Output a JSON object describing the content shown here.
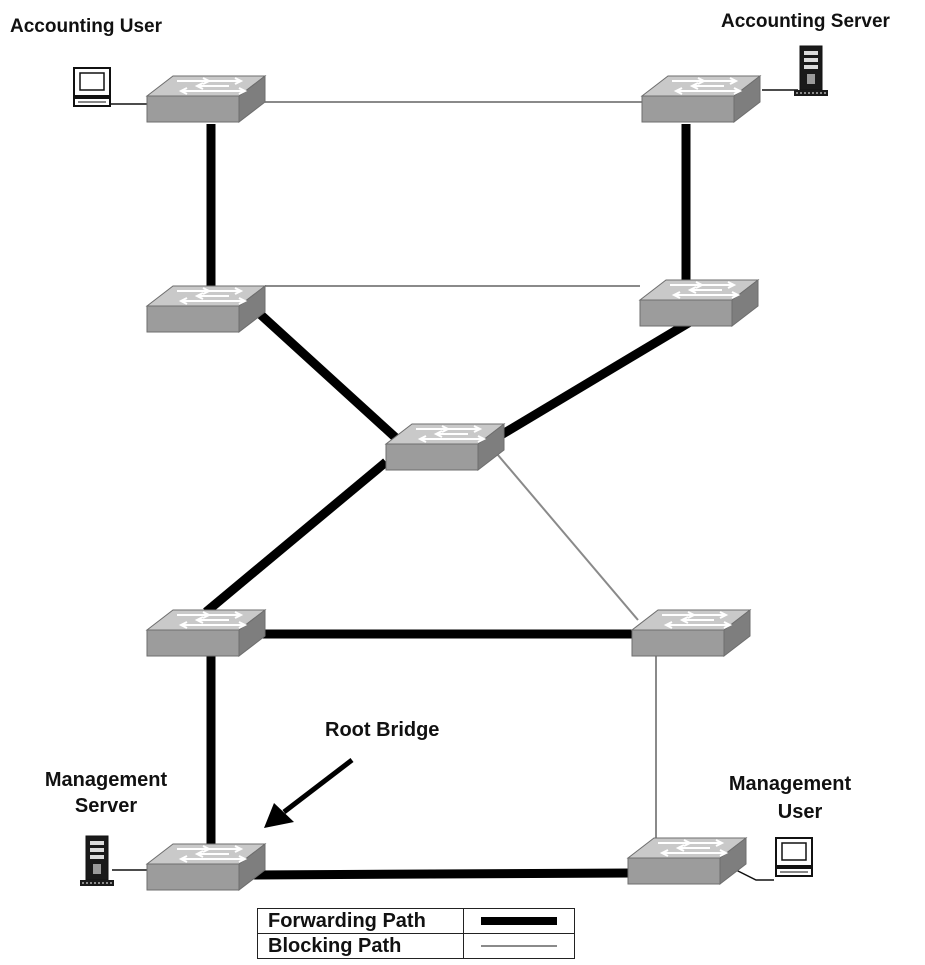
{
  "labels": {
    "accounting_user": "Accounting User",
    "accounting_server": "Accounting Server",
    "management_server_line1": "Management",
    "management_server_line2": "Server",
    "management_user_line1": "Management",
    "management_user_line2": "User",
    "root_bridge": "Root Bridge"
  },
  "legend": {
    "forwarding": "Forwarding Path",
    "blocking": "Blocking Path"
  },
  "colors": {
    "forwarding": "#000000",
    "blocking": "#8a8a8a",
    "switch_top": "#c9c9c9",
    "switch_front": "#9c9c9c",
    "switch_side": "#7e7e7e"
  },
  "links": [
    {
      "from": "switch-accounting-user",
      "to": "switch-accounting-server",
      "type": "blocking"
    },
    {
      "from": "switch-accounting-user",
      "to": "switch-mid-left",
      "type": "forwarding"
    },
    {
      "from": "switch-accounting-server",
      "to": "switch-mid-right",
      "type": "forwarding"
    },
    {
      "from": "switch-mid-left",
      "to": "switch-mid-right",
      "type": "blocking"
    },
    {
      "from": "switch-mid-left",
      "to": "switch-center",
      "type": "forwarding"
    },
    {
      "from": "switch-mid-right",
      "to": "switch-center",
      "type": "forwarding"
    },
    {
      "from": "switch-center",
      "to": "switch-lower-left",
      "type": "forwarding"
    },
    {
      "from": "switch-center",
      "to": "switch-lower-right",
      "type": "blocking"
    },
    {
      "from": "switch-lower-left",
      "to": "switch-lower-right",
      "type": "forwarding"
    },
    {
      "from": "switch-lower-left",
      "to": "switch-root-bridge",
      "type": "forwarding"
    },
    {
      "from": "switch-lower-right",
      "to": "switch-management-user",
      "type": "blocking"
    },
    {
      "from": "switch-root-bridge",
      "to": "switch-management-user",
      "type": "forwarding"
    }
  ]
}
